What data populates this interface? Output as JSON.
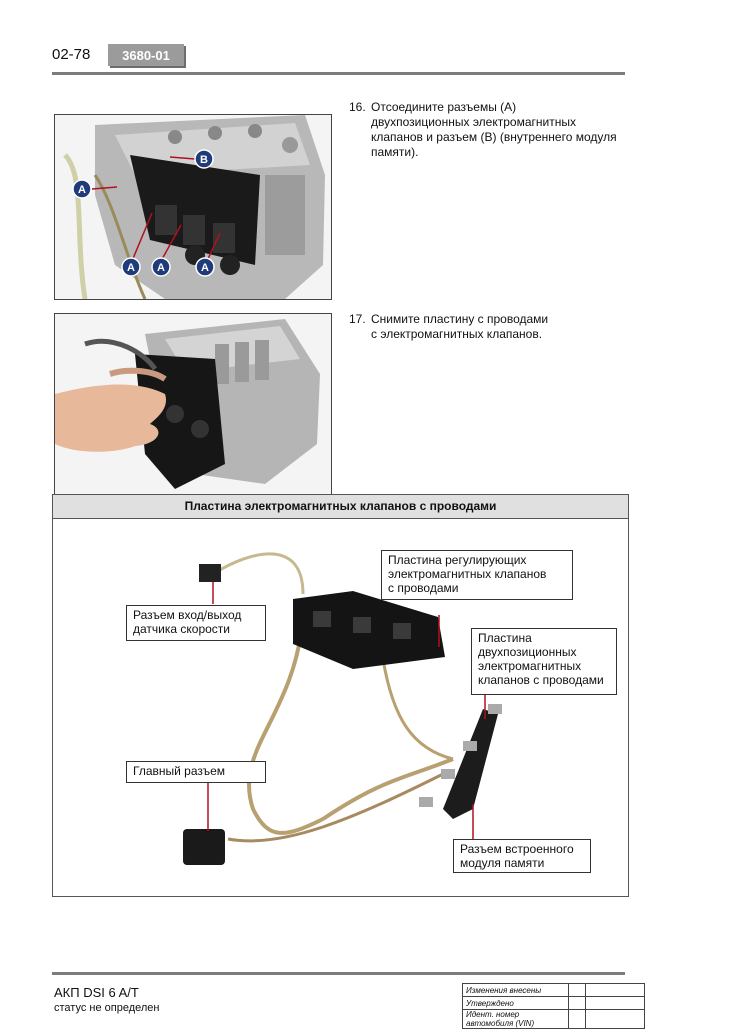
{
  "header": {
    "page_number": "02-78",
    "code": "3680-01"
  },
  "steps": [
    {
      "number": "16.",
      "text": "Отсоедините разъемы (А)\nдвухпозиционных электромагнитных\nклапанов и разъем (В) (внутреннего модуля\nпамяти)."
    },
    {
      "number": "17.",
      "text": "Снимите пластину с проводами\nс электромагнитных клапанов."
    }
  ],
  "photo1": {
    "marker_a": "A",
    "marker_b": "B"
  },
  "diagram": {
    "title": "Пластина электромагнитных клапанов с проводами",
    "callouts": {
      "speed_sensor": "Разъем вход/выход\nдатчика скорости",
      "regulating_plate": "Пластина регулирующих\nэлектромагнитных клапанов\nс проводами",
      "onoff_plate": "Пластина\nдвухпозиционных\nэлектромагнитных\nклапанов с проводами",
      "main_connector": "Главный разъем",
      "memory_module": "Разъем встроенного\nмодуля памяти"
    }
  },
  "footer": {
    "title": "АКП DSI 6 A/T",
    "status": "статус не определен",
    "approval_rows": [
      "Изменения внесены",
      "Утверждено",
      "Идент. номер автомобиля (VIN)"
    ]
  },
  "colors": {
    "callout_line": "#b01020",
    "marker_fill": "#1f3b7a",
    "rule": "#7c7c7c",
    "title_bar": "#e0e0e0"
  }
}
